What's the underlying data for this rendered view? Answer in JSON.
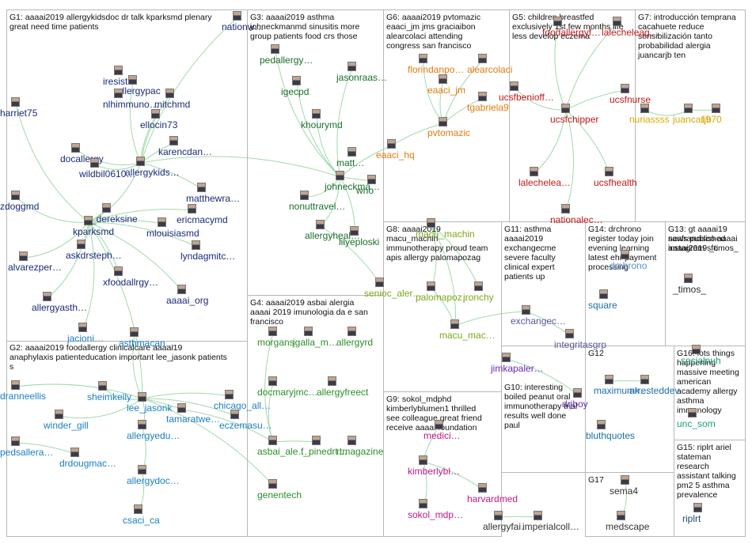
{
  "colors": {
    "edge": "#8fd39a",
    "box_border": "#b8b8b8",
    "g1": "#1b2a78",
    "g2": "#1a7fc1",
    "g3": "#1b6e2a",
    "g4": "#2a8f2a",
    "g5": "#c01818",
    "g6": "#e07a10",
    "g7": "#d8a800",
    "g8": "#7aa81a",
    "g9": "#c0188a",
    "g10": "#6a28b8",
    "g11": "#5a5a9a",
    "g12": "#1a6fa8",
    "g13": "#2a2a2a",
    "g14": "#5a8fcf",
    "g15": "#1a4a7a",
    "g16": "#1a9f7a"
  },
  "groups": [
    {
      "id": "G1",
      "title": "G1: aaaai2019 allergykidsdoc dr talk kparksmd plenary\ngreat need time patients"
    },
    {
      "id": "G2",
      "title": "G2: aaaai2019 foodallergy clinicalcare aaaai19\nanaphylaxis patienteducation important lee_jasonk patients\ns"
    },
    {
      "id": "G3",
      "title": "G3: aaaai2019 asthma\njohneckmanmd sinusitis more\ngroup patients food crs those"
    },
    {
      "id": "G4",
      "title": "G4: aaaai2019 asbai alergia\naaaai 2019 imunologia da e san\nfrancisco"
    },
    {
      "id": "G5",
      "title": "G5: children breastfed\nexclusively 1st few months life\nless develop eczema"
    },
    {
      "id": "G6",
      "title": "G6: aaaai2019 pvtomazic\neaaci_jm jms graciaibon\nalearcolaci attending\ncongress san francisco"
    },
    {
      "id": "G7",
      "title": "G7: introducción temprana\ncacahuete reduce\nsensibilización tanto\nprobabilidad alergia\njuancarjb ten"
    },
    {
      "id": "G8",
      "title": "G8: aaaai2019\nmacu_machin\nimmunotherapy proud team\napis allergy palomapozag"
    },
    {
      "id": "G9",
      "title": "G9: sokol_mdphd\nkimberlyblumen1 thrilled\nsee colleague great friend\nreceive aaaai foundation"
    },
    {
      "id": "G10",
      "title": "G10: interesting\nboiled peanut oral\nimmunotherapy trial\nresults well done\npaul"
    },
    {
      "id": "G11",
      "title": "G11: asthma\naaaai2019\nexchangecme\nsevere faculty\nclinical expert\npatients up"
    },
    {
      "id": "G12",
      "title": "G12"
    },
    {
      "id": "G13",
      "title": "G13: gt aaaai19\nsanfrancisco aaaai\naaaai2019 _timos_"
    },
    {
      "id": "G14",
      "title": "G14: drchrono\nregister today join\nevening learning\nlatest ehr payment\nprocessing"
    },
    {
      "id": "G15",
      "title": "G15: riplrt ariel\nstateman\nresearch\nassistant talking\npm2 5 asthma\nprevalence"
    },
    {
      "id": "G16",
      "title": "G16: lots things\nhappening\nmassive meeting\namerican\nacademy allergy\nasthma\nimmunology"
    },
    {
      "id": "G17",
      "title": "G17"
    },
    {
      "id": "G13b",
      "title": "news published\ninstagram sfo"
    }
  ],
  "nodes": [
    {
      "id": "allergykids",
      "label": "allergykids…",
      "g": "g1"
    },
    {
      "id": "kparksmd",
      "label": "kparksmd",
      "g": "g1"
    },
    {
      "id": "mitchmd",
      "label": "mitchmd",
      "g": "g1"
    },
    {
      "id": "allergypac",
      "label": "allergypac",
      "g": "g1"
    },
    {
      "id": "nlhimmuno",
      "label": "nlhimmuno…",
      "g": "g1"
    },
    {
      "id": "iresist",
      "label": "iresist",
      "g": "g1"
    },
    {
      "id": "harriet75",
      "label": "harriet75",
      "g": "g1"
    },
    {
      "id": "ellocin73",
      "label": "ellocin73",
      "g": "g1"
    },
    {
      "id": "karencdan",
      "label": "karencdan…",
      "g": "g1"
    },
    {
      "id": "docallergy",
      "label": "docallergy",
      "g": "g1"
    },
    {
      "id": "wildbil0610",
      "label": "wildbil0610…",
      "g": "g1"
    },
    {
      "id": "matthewra",
      "label": "matthewra…",
      "g": "g1"
    },
    {
      "id": "zdoggmd",
      "label": "zdoggmd",
      "g": "g1"
    },
    {
      "id": "dereksine",
      "label": "_dereksine",
      "g": "g1"
    },
    {
      "id": "ericmacymd",
      "label": "ericmacymd",
      "g": "g1"
    },
    {
      "id": "mlouisiasmd",
      "label": "mlouisiasmd",
      "g": "g1"
    },
    {
      "id": "askdrsteph",
      "label": "askdrsteph…",
      "g": "g1"
    },
    {
      "id": "lyndagmitc",
      "label": "lyndagmitc…",
      "g": "g1"
    },
    {
      "id": "alvarezper",
      "label": "alvarezper…",
      "g": "g1"
    },
    {
      "id": "xfoodallrgy",
      "label": "xfoodallrgy…",
      "g": "g1"
    },
    {
      "id": "aaaai_org",
      "label": "aaaai_org",
      "g": "g1"
    },
    {
      "id": "allergyasth",
      "label": "allergyasth…",
      "g": "g1"
    },
    {
      "id": "nationwide",
      "label": "nationw…",
      "g": "g1"
    },
    {
      "id": "jacionil",
      "label": "jacioni…",
      "g": "g2"
    },
    {
      "id": "asthmacan",
      "label": "asthmacan…",
      "g": "g2"
    },
    {
      "id": "dranneellis",
      "label": "dranneellis",
      "g": "g2"
    },
    {
      "id": "sheimkelly",
      "label": "sheimkelly",
      "g": "g2"
    },
    {
      "id": "lee_jasonk",
      "label": "lee_jasonk",
      "g": "g2"
    },
    {
      "id": "tamaratwe",
      "label": "tamaratwe…",
      "g": "g2"
    },
    {
      "id": "winder_gill",
      "label": "winder_gill",
      "g": "g2"
    },
    {
      "id": "allergyedu",
      "label": "allergyedu…",
      "g": "g2"
    },
    {
      "id": "pedsallera",
      "label": "pedsallera…",
      "g": "g2"
    },
    {
      "id": "drdougmac",
      "label": "drdougmac…",
      "g": "g2"
    },
    {
      "id": "allergydoc",
      "label": "allergydoc…",
      "g": "g2"
    },
    {
      "id": "csaci_ca",
      "label": "csaci_ca",
      "g": "g2"
    },
    {
      "id": "chicago_all",
      "label": "chicago_all…",
      "g": "g2"
    },
    {
      "id": "eczemasu",
      "label": "eczemasu…",
      "g": "g2"
    },
    {
      "id": "pedallergy",
      "label": "pedallergy…",
      "g": "g3"
    },
    {
      "id": "jasonraas",
      "label": "jasonraas…",
      "g": "g3"
    },
    {
      "id": "igecpd",
      "label": "igecpd",
      "g": "g3"
    },
    {
      "id": "khourymd",
      "label": "khourymd",
      "g": "g3"
    },
    {
      "id": "johneckma",
      "label": "johneckma…",
      "g": "g3"
    },
    {
      "id": "matt",
      "label": "matt…",
      "g": "g3"
    },
    {
      "id": "nonuttravel",
      "label": "nonuttravel…",
      "g": "g3"
    },
    {
      "id": "allergyheal",
      "label": "allergyheal…",
      "g": "g3"
    },
    {
      "id": "lilyeploski",
      "label": "lilyeploski",
      "g": "g3"
    },
    {
      "id": "who",
      "label": "who",
      "g": "g3"
    },
    {
      "id": "morgans",
      "label": "morgans",
      "g": "g4"
    },
    {
      "id": "jgalla_m",
      "label": "jgalla_m…",
      "g": "g4"
    },
    {
      "id": "allergyrd",
      "label": "allergyrd",
      "g": "g4"
    },
    {
      "id": "docmaryjmc",
      "label": "docmaryjmc…",
      "g": "g4"
    },
    {
      "id": "allergyfreect",
      "label": "allergyfreect",
      "g": "g4"
    },
    {
      "id": "asbai_ale",
      "label": "asbai_ale…",
      "g": "g4"
    },
    {
      "id": "f_pinedrt",
      "label": "f_pinedrt…",
      "g": "g4"
    },
    {
      "id": "rtmagazine",
      "label": "rtmagazine",
      "g": "g4"
    },
    {
      "id": "genentech",
      "label": "genentech",
      "g": "g4"
    },
    {
      "id": "foodallergy",
      "label": "foodallergyf…",
      "g": "g5"
    },
    {
      "id": "lecheleag",
      "label": "lalecheleag…",
      "g": "g5"
    },
    {
      "id": "ucsfbenioff",
      "label": "ucsfbenioff…",
      "g": "g5"
    },
    {
      "id": "ucsfchipper",
      "label": "ucsfchipper",
      "g": "g5"
    },
    {
      "id": "ucsfnurse",
      "label": "ucsfnurse",
      "g": "g5"
    },
    {
      "id": "lalechelea",
      "label": "lalechelea…",
      "g": "g5"
    },
    {
      "id": "ucsfhealth",
      "label": "ucsfhealth",
      "g": "g5"
    },
    {
      "id": "nationalec",
      "label": "nationalec…",
      "g": "g5"
    },
    {
      "id": "florindanpo",
      "label": "florindanpo…",
      "g": "g6"
    },
    {
      "id": "alearcolaci",
      "label": "alearcolaci",
      "g": "g6"
    },
    {
      "id": "eaaci_jm",
      "label": "eaaci_jm",
      "g": "g6"
    },
    {
      "id": "tgabriela9",
      "label": "tgabriela9",
      "g": "g6"
    },
    {
      "id": "pvtomazic",
      "label": "pvtomazic",
      "g": "g6"
    },
    {
      "id": "eaaci_hq",
      "label": "eaaci_hq",
      "g": "g6"
    },
    {
      "id": "nuriassss",
      "label": "nuriassss",
      "g": "g7"
    },
    {
      "id": "juancarjb",
      "label": "juancarjb",
      "g": "g7"
    },
    {
      "id": "x1970",
      "label": "1970",
      "g": "g7"
    },
    {
      "id": "macu_machin",
      "label": "macu_machin",
      "g": "g8"
    },
    {
      "id": "palomapoz",
      "label": "palomapoz…",
      "g": "g8"
    },
    {
      "id": "jronchy",
      "label": "jronchy",
      "g": "g8"
    },
    {
      "id": "macu_mac",
      "label": "macu_mac…",
      "g": "g8"
    },
    {
      "id": "seniocaler",
      "label": "senioc_aler…",
      "g": "g8"
    },
    {
      "id": "kimberlybl",
      "label": "kimberlybl…",
      "g": "g9"
    },
    {
      "id": "medici",
      "label": "medici…",
      "g": "g9"
    },
    {
      "id": "harvardmed",
      "label": "harvardmed",
      "g": "g9"
    },
    {
      "id": "sokol_mdp",
      "label": "sokol_mdp…",
      "g": "g9"
    },
    {
      "id": "jimkapaler",
      "label": "jimkapaler…",
      "g": "g10"
    },
    {
      "id": "drjboy",
      "label": "drjboy",
      "g": "g10"
    },
    {
      "id": "exchangec",
      "label": "exchangec…",
      "g": "g11"
    },
    {
      "id": "integritasgrp",
      "label": "integritasgrp",
      "g": "g11"
    },
    {
      "id": "square",
      "label": "square",
      "g": "g12"
    },
    {
      "id": "maximumk",
      "label": "maximumk…",
      "g": "g12"
    },
    {
      "id": "arresteddev",
      "label": "arresteddev",
      "g": "g12"
    },
    {
      "id": "bluthquotes",
      "label": "bluthquotes",
      "g": "g12"
    },
    {
      "id": "timos",
      "label": "_timos_",
      "g": "g13"
    },
    {
      "id": "drchrono",
      "label": "drchrono",
      "g": "g14"
    },
    {
      "id": "riplrt",
      "label": "riplrt",
      "g": "g15"
    },
    {
      "id": "unc_som",
      "label": "unc_som",
      "g": "g16"
    },
    {
      "id": "socialnuh",
      "label": "socialnuh",
      "g": "g16"
    },
    {
      "id": "sema4",
      "label": "sema4",
      "g": "g17"
    },
    {
      "id": "medscape",
      "label": "medscape",
      "g": "g17"
    },
    {
      "id": "allergyfai",
      "label": "allergyfai…",
      "g": "g17"
    },
    {
      "id": "imperialcoll",
      "label": "imperialcoll…",
      "g": "g17"
    }
  ]
}
